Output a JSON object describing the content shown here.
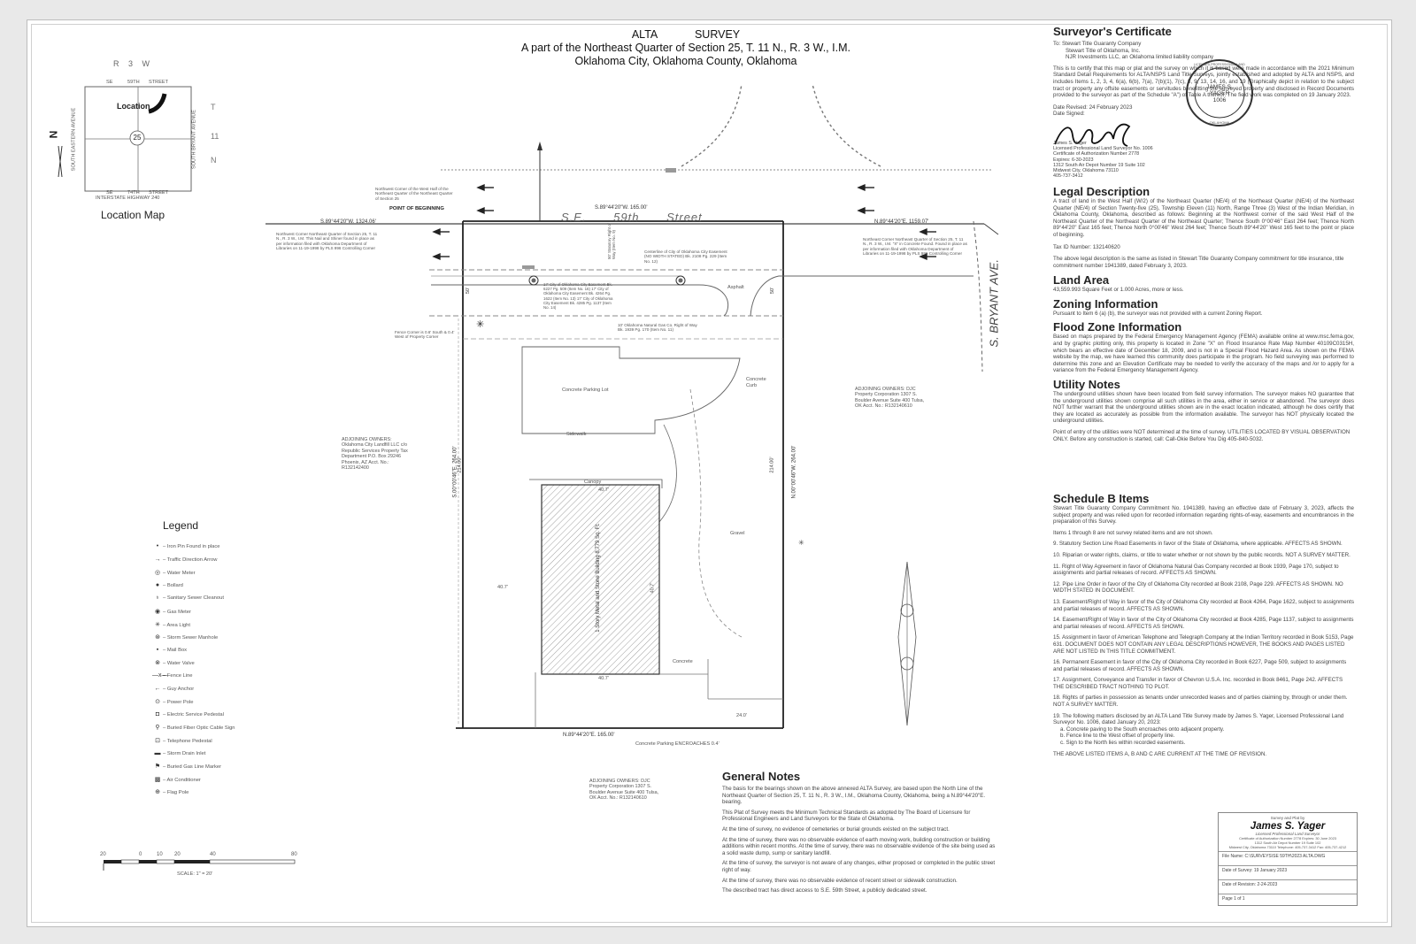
{
  "header": {
    "line1a": "ALTA",
    "line1b": "SURVEY",
    "line2": "A part of the Northeast Quarter of Section 25, T. 11 N., R. 3 W., I.M.",
    "line3": "Oklahoma City, Oklahoma County, Oklahoma"
  },
  "location_map": {
    "title": "Location Map",
    "range": "R 3 W",
    "township_t": "T",
    "township_num": "11",
    "township_n": "N",
    "section": "25",
    "location_label": "Location",
    "north": "N",
    "top_street_left": "SE",
    "top_street_mid": "59TH",
    "top_street_right": "STREET",
    "bottom_street_left": "SE",
    "bottom_street_mid": "74TH",
    "bottom_street_right": "STREET",
    "bottom_interstate": "INTERSTATE HIGHWAY 240",
    "left_avenue": "SOUTH EASTERN AVENUE",
    "right_avenue": "SOUTH BRYANT AVENUE"
  },
  "plat": {
    "street_name": "S.E.   59th   Street",
    "avenue_name": "S. BRYANT AVE.",
    "bearing_north": "S.89°44'20\"W.  165.00'",
    "bearing_south": "N.89°44'20\"E.  165.00'",
    "bearing_west": "S.00°00'46\"E.  264.00'",
    "bearing_east": "N.00°00'46\"W.  264.00'",
    "west_inner": "214.00'",
    "east_inner": "214.00'",
    "tie_left": "S.89°44'20\"W.  1324.06'",
    "tie_right": "N.89°44'20\"E.  1159.07'",
    "pob": "POINT OF BEGINNING",
    "nw_corner_note": "Northwest Corner of the West Half of the Northeast Quarter of the Northeast Quarter of Section 25",
    "left_corner_note": "Northwest Corner Northeast Quarter of Section 25, T. 11 N., R. 3 W., I.M. This Nail and Shiner found in place as per information filed with Oklahoma Department of Libraries on 11-19-1998 by PLS 996 Controlling Corner",
    "right_corner_note": "Northeast Corner Northeast Quarter of Section 25, T. 11 N., R. 3 W., I.M. \"X\" in Concrete Found. Found in place as per information filed with Oklahoma Department of Libraries on 11-19-1998 by PLS 996 Controlling Corner",
    "fence_note": "Fence Corner is 0.6' South & 0.4' West of Property Corner",
    "easement_note_1": "17' City of Oklahoma City Easement Bk. 6227 Pg. 509 (Item No. 16) 17' City of Oklahoma City Easement Bk. 4264 Pg. 1622 (Item No. 13) 17' City of Oklahoma City Easement Bk. 4285 Pg. 1137 (Item No. 14)",
    "easement_note_2": "Centerline of City of Oklahoma City Easement (NO WIDTH STATED) Bk. 2108 Pg. 229 (Item No. 12)",
    "easement_note_3": "10' Oklahoma Natural Gas Co. Right of Way Bk. 1939 Pg. 170 (Item No. 11)",
    "row_note": "50' Statutory Right of Way (Item No. 9)",
    "dim_50_left": "50'",
    "dim_50_right": "50'",
    "parking_lot": "Concrete Parking Lot",
    "sidewalk": "Sidewalk",
    "building_label": "1 Story Metal and Stone Building 8,779 Sq. Ft.",
    "gravel": "Gravel",
    "concrete": "Concrete",
    "concrete_parking": "Concrete Parking ENCROACHES 0.4'",
    "canopy": "Canopy",
    "dim_40_1": "40.7'",
    "dim_40_2": "40.7'",
    "dim_40_3": "40.7'",
    "dim_407_side": "40.7'",
    "dim_24": "24.0'",
    "asphalt": "Asphalt",
    "concrete_curb": "Concrete Curb",
    "adj_west": "ADJOINING OWNERS: Oklahoma City Landfill LLC c/o Republic Services Property Tax Department P.O. Box 29246 Phoenix, AZ Acct. No.: R132142400",
    "adj_east": "ADJOINING OWNERS: DJC Property Corporation 1307 S. Boulder Avenue Suite 400 Tulsa, OK Acct. No.: R132140610",
    "adj_south": "ADJOINING OWNERS: DJC Property Corporation 1307 S. Boulder Avenue Suite 400 Tulsa, OK Acct. No.: R132140610"
  },
  "legend": {
    "title": "Legend",
    "items": [
      {
        "sym": "•",
        "label": "– Iron Pin Found in place"
      },
      {
        "sym": "→",
        "label": "– Traffic Direction Arrow"
      },
      {
        "sym": "◎",
        "label": "– Water Meter"
      },
      {
        "sym": "●",
        "label": "– Bollard"
      },
      {
        "sym": "♁",
        "label": "– Sanitary Sewer Cleanout"
      },
      {
        "sym": "◉",
        "label": "– Gas Meter"
      },
      {
        "sym": "✳",
        "label": "– Area Light"
      },
      {
        "sym": "⊛",
        "label": "– Storm Sewer Manhole"
      },
      {
        "sym": "▪",
        "label": "– Mail Box"
      },
      {
        "sym": "⊗",
        "label": "– Water Valve"
      },
      {
        "sym": "—x—",
        "label": "– Fence Line"
      },
      {
        "sym": "←",
        "label": "– Guy Anchor"
      },
      {
        "sym": "⊙",
        "label": "– Power Pole"
      },
      {
        "sym": "◘",
        "label": "– Electric Service Pedestal"
      },
      {
        "sym": "⚲",
        "label": "– Buried Fiber Optic Cable Sign"
      },
      {
        "sym": "⊡",
        "label": "– Telephone Pedestal"
      },
      {
        "sym": "▬",
        "label": "– Storm Drain Inlet"
      },
      {
        "sym": "⚑",
        "label": "– Buried Gas Line Marker"
      },
      {
        "sym": "▩",
        "label": "– Air Conditioner"
      },
      {
        "sym": "⊕",
        "label": "– Flag Pole"
      }
    ]
  },
  "scale": {
    "labels": [
      "20",
      "0",
      "10",
      "20",
      "40",
      "80"
    ],
    "caption": "SCALE:  1\" = 20'"
  },
  "general_notes": {
    "title": "General Notes",
    "paragraphs": [
      "The basis for the bearings shown on the above annexed ALTA Survey, are based upon the North Line of the Northeast Quarter of Section 25, T. 11 N., R. 3 W., I.M., Oklahoma County, Oklahoma, being a N.89°44'20\"E. bearing.",
      "This Plat of Survey meets the Minimum Technical Standards as adopted by The Board of Licensure for Professional Engineers and Land Surveyors for the State of Oklahoma.",
      "At the time of survey, no evidence of cemeteries or burial grounds existed on the subject tract.",
      "At the time of survey, there was no observable evidence of earth moving work, building construction or building additions within recent months. At the time of survey, there was no observable evidence of the site being used as a solid waste dump, sump or sanitary landfill.",
      "At the time of survey, the surveyor is not aware of any changes, either proposed or completed in the public street right of way.",
      "At the time of survey, there was no observable evidence of recent street or sidewalk construction.",
      "The described tract has direct access to S.E. 59th Street, a publicly dedicated street."
    ]
  },
  "certificate": {
    "title": "Surveyor's Certificate",
    "to_lines": [
      "To:   Stewart Title Guaranty Company",
      "Stewart Title of Oklahoma, Inc.",
      "NJR Investments LLC, an Oklahoma limited liability company"
    ],
    "body": "This is to certify that this map or plat and the survey on which it is based were made in accordance with the 2021 Minimum Standard Detail Requirements for ALTA/NSPS Land Title Surveys, jointly established and adopted by ALTA and NSPS, and includes Items 1, 2, 3, 4, 6(a), 6(b), 7(a), 7(b)(1), 7(c), 8, 9, 13, 14, 16, and 19 (Graphically depict in relation to the subject tract or property any offsite easements or servitudes benefitting the surveyed property and disclosed in Record Documents provided to the surveyor as part of the Schedule \"A\") of Table A thereof. The field work was completed on 19 January 2023.",
    "date_revised": "Date Revised: 24 February 2023",
    "date_signed": "Date Signed:",
    "signer_lines": [
      "James S. Yager",
      "Licensed Professional Land Surveyor No. 1006",
      "Certificate of Authorization Number 2778",
      "Expires:  6-30-2023",
      "1312 South Air Depot Number 19 Suite 102",
      "Midwest City, Oklahoma 73110",
      "405-737-3412"
    ],
    "seal_top": "LICENSED PROFESSIONAL LAND SURVEYOR",
    "seal_name1": "JAMES S.",
    "seal_name2": "YAGER",
    "seal_num": "1006",
    "seal_bottom": "OKLAHOMA"
  },
  "legal": {
    "title": "Legal Description",
    "body": "A tract of land in the West Half (W/2) of the Northeast Quarter (NE/4) of the Northeast Quarter (NE/4) of the Northeast Quarter (NE/4) of Section Twenty-five (25), Township Eleven (11) North, Range Three (3) West of the Indian Meridian, in Oklahoma County, Oklahoma, described as follows: Beginning at the Northwest corner of the said West Half of the Northeast Quarter of the Northeast Quarter of the Northeast Quarter; Thence South 0°00'46\" East 264 feet; Thence North 89°44'20\" East 165 feet; Thence North 0°00'46\" West 264 feet; Thence South 89°44'20\" West 165 feet to the point or place of beginning.",
    "tax_id": "Tax ID Number: 132140620",
    "note": "The above legal description is the same as listed in Stewart Title Guaranty Company commitment for title insurance, title commitment number 1941389, dated February 3, 2023."
  },
  "land_area": {
    "title": "Land Area",
    "body": "43,559.993 Square Feet or 1.000 Acres, more or less."
  },
  "zoning": {
    "title": "Zoning Information",
    "body": "Pursuant to Item 6 (a) (b), the surveyor was not provided with a current Zoning Report."
  },
  "flood": {
    "title": "Flood Zone Information",
    "body": "Based on maps prepared by the Federal Emergency Management Agency (FEMA) available online at www.msc.fema.gov, and by graphic plotting only, this property is located in Zone \"X\" on Flood Insurance Rate Map Number 40109C0315H, which bears an effective date of December 18, 2009, and is not in a Special Flood Hazard Area. As shown on the FEMA website by the map, we have learned this community does participate in the program. No field surveying was performed to determine this zone and an Elevation Certificate may be needed to verify the accuracy of the maps and /or to apply for a variance from the Federal Emergency Management Agency."
  },
  "utility": {
    "title": "Utility Notes",
    "body": "The underground utilities shown have been located from field survey information. The surveyor makes NO guarantee that the underground utilities shown comprise all such utilities in the area, either in service or abandoned. The surveyor does NOT further warrant that the underground utilities shown are in the exact location indicated, although he does certify that they are located as accurately as possible from the information available. The surveyor has NOT physically located the underground utilities.",
    "body2": "Point of entry of the utilities were NOT determined at the time of survey. UTILITIES LOCATED BY VISUAL OBSERVATION ONLY. Before any construction is started, call: Call-Okie Before You Dig 405-840-5032."
  },
  "schedule_b": {
    "title": "Schedule B Items",
    "intro": "Stewart Title Guaranty Company Commitment No. 1941389, having an effective date of February 3, 2023, affects the subject property and was relied upon for recorded information regarding rights-of-way, easements and encumbrances in the preparation of this Survey.",
    "items": [
      "Items 1 through 8 are not survey related items and are not shown.",
      "9. Statutory Section Line Road Easements in favor of the State of Oklahoma, where applicable.   AFFECTS AS SHOWN.",
      "10. Riparian or water rights, claims, or title to water whether or not shown by the public records.   NOT A SURVEY MATTER.",
      "11. Right of Way Agreement in favor of Oklahoma Natural Gas Company recorded at Book 1939, Page 170, subject to assignments and partial releases of record.   AFFECTS AS SHOWN.",
      "12. Pipe Line Order in favor of the City of Oklahoma City recorded at Book 2108, Page 229.   AFFECTS AS SHOWN.   NO WIDTH STATED IN DOCUMENT.",
      "13. Easement/Right of Way in favor of the City of Oklahoma City recorded at Book 4264, Page 1622, subject to assignments and partial releases of record.   AFFECTS AS SHOWN.",
      "14. Easement/Right of Way in favor of the City of Oklahoma City recorded at Book 4285, Page 1137, subject to assignments and partial releases of record.   AFFECTS AS SHOWN.",
      "15. Assignment in favor of American Telephone and Telegraph Company at the Indian Territory recorded in Book 5153, Page 631. DOCUMENT DOES NOT CONTAIN ANY LEGAL DESCRIPTIONS HOWEVER, THE BOOKS AND PAGES LISTED ARE NOT LISTED IN THIS TITLE COMMITMENT.",
      "16. Permanent Easement in favor of the City of Oklahoma City recorded in Book 6227, Page 509, subject to assignments and partial releases of record.   AFFECTS AS SHOWN.",
      "17. Assignment, Conveyance and Transfer in favor of Chevron U.S.A. Inc. recorded in Book 8461, Page 242.   AFFECTS THE DESCRIBED TRACT NOTHING TO PLOT.",
      "18. Rights of parties in possession as tenants under unrecorded leases and of parties claiming by, through or under them. NOT A SURVEY MATTER.",
      "19. The following matters disclosed by an ALTA Land Title Survey made by James S. Yager, Licensed Professional Land Surveyor No. 1006, dated January 20, 2023:",
      "a.   Concrete paving to the South encroaches onto adjacent property.",
      "b.   Fence line to the West offset of property line.",
      "c.   Sign to the North lies within recorded easements.",
      "THE ABOVE LISTED ITEMS A, B AND C ARE CURRENT AT THE TIME OF REVISION."
    ]
  },
  "title_block": {
    "top_caption": "Survey and Plat by",
    "name": "James S. Yager",
    "subtitle": "Licensed Professional Land Surveyor",
    "info1": "Certificate of Authorization Number 2778 Expires: 30 June 2023",
    "info2": "1312 South Air Depot     Number 19 Suite 102",
    "info3": "Midwest City, Oklahoma 73110    Telephone: 405-737-3412 Fax: 405-737-4212",
    "file_name": "File Name: C:\\SURVEYS\\SE 59TH\\2023 ALTA.DWG",
    "date_survey": "Date of Survey: 19 January 2023",
    "date_revision": "Date of Revision: 2-24-2023",
    "page": "Page  1  of  1"
  }
}
